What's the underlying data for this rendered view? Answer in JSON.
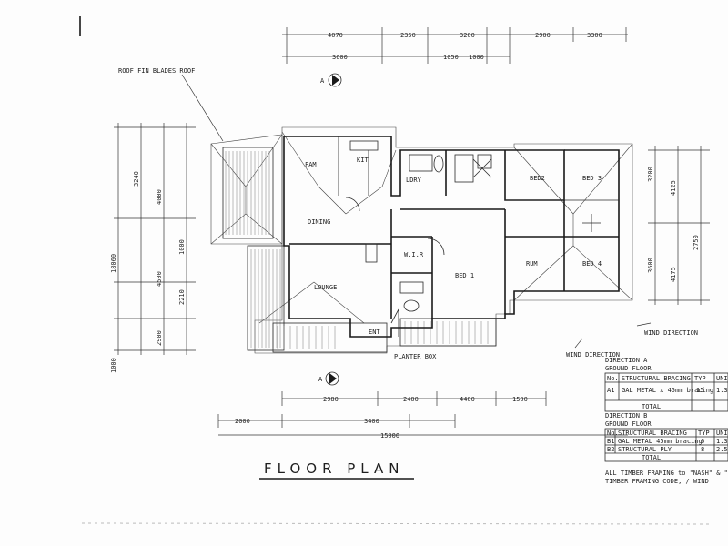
{
  "rooms": {
    "fam": "FAM",
    "kit": "KIT",
    "ldry": "LDRY",
    "bed2": "BED2",
    "bed3": "BED 3",
    "dining": "DINING",
    "wir": "W.I.R",
    "bed1": "BED 1",
    "lounge": "LOUNGE",
    "rum": "RUM",
    "bed4": "BED 4",
    "ent": "ENT",
    "planter": "PLANTER BOX"
  },
  "notes": {
    "roof_note": "ROOF FIN BLADES ROOF",
    "wind1": "WIND DIRECTION",
    "wind2": "WIND DIRECTION",
    "section_marker": "A"
  },
  "dims_top": [
    "4070",
    "2350",
    "3200",
    "2900",
    "3300",
    "3600",
    "1050",
    "1000"
  ],
  "dims_bottom": [
    "2980",
    "2400",
    "4400",
    "1500",
    "2000",
    "3400",
    "15000"
  ],
  "dims_left": [
    "3240",
    "4000",
    "18060",
    "4500",
    "2900",
    "1000",
    "2210",
    "1000"
  ],
  "dims_right": [
    "3200",
    "4125",
    "3600",
    "4175",
    "2750"
  ],
  "bracing_table": {
    "dir_a": "DIRECTION A",
    "floor_a": "GROUND FLOOR",
    "header_a": [
      "No.",
      "STRUCTURAL BRACING",
      "TYP",
      "UNITS"
    ],
    "row_a": [
      "A1",
      "GAL METAL x 45mm bracing",
      "15",
      "1.3"
    ],
    "total_a": "TOTAL",
    "dir_b": "DIRECTION B",
    "floor_b": "GROUND FLOOR",
    "header_b": [
      "No.",
      "STRUCTURAL BRACING",
      "TYP",
      "UNITS"
    ],
    "row_b1": [
      "B1",
      "GAL METAL 45mm bracing",
      "6",
      "1.3"
    ],
    "row_b2": [
      "B2",
      "STRUCTURAL PLY",
      "8",
      "2.5"
    ],
    "total_b": "TOTAL",
    "footnote1": "ALL TIMBER FRAMING to \"NASH\" & \"TPI\"",
    "footnote2": "TIMBER FRAMING CODE, / WIND"
  },
  "title": "FLOOR PLAN"
}
